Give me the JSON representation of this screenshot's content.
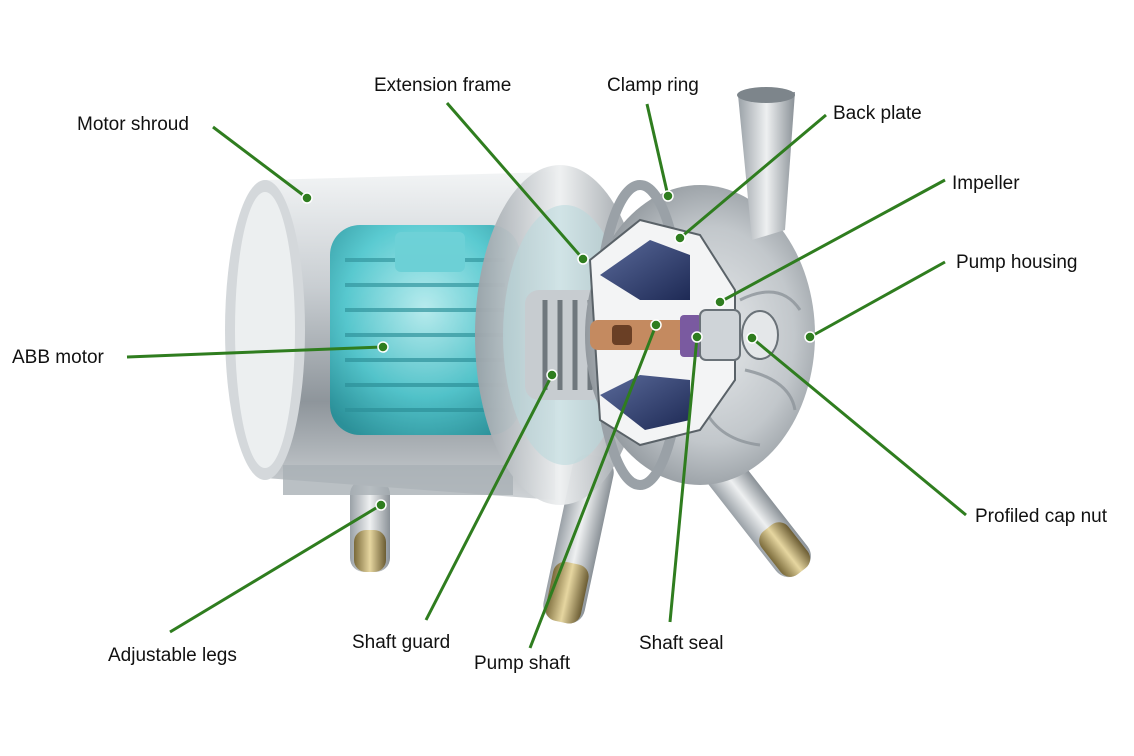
{
  "diagram": {
    "labels": {
      "motor_shroud": "Motor shroud",
      "extension_frame": "Extension frame",
      "clamp_ring": "Clamp ring",
      "back_plate": "Back plate",
      "impeller": "Impeller",
      "pump_housing": "Pump housing",
      "abb_motor": "ABB motor",
      "profiled_cap_nut": "Profiled cap nut",
      "adjustable_legs": "Adjustable legs",
      "shaft_guard": "Shaft guard",
      "pump_shaft": "Pump shaft",
      "shaft_seal": "Shaft seal"
    },
    "colors": {
      "leader_line": "#2f7d1f",
      "motor_teal": "#3fc4cc",
      "steel": "#b9bfc4"
    }
  }
}
